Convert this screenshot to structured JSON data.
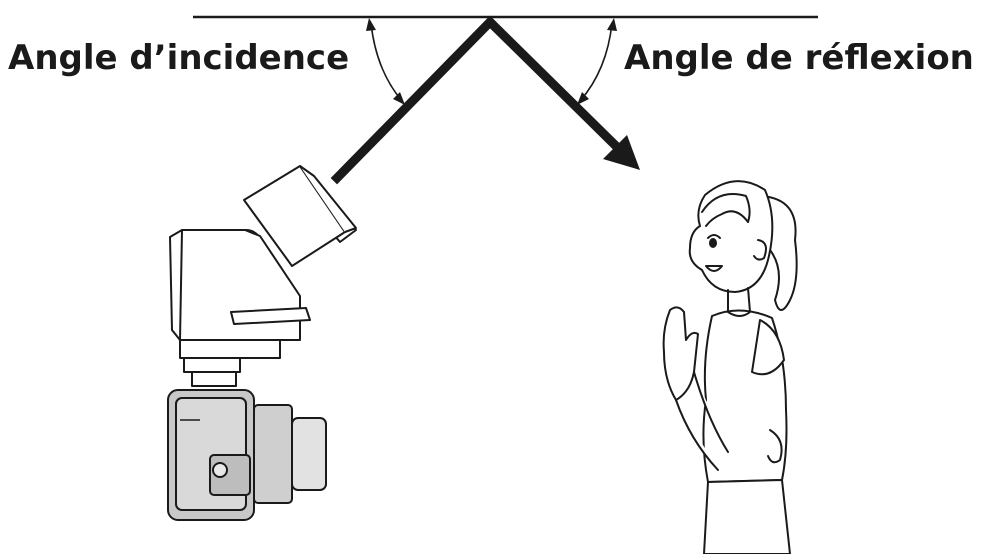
{
  "labels": {
    "incidence": "Angle d’incidence",
    "reflexion": "Angle de réflexion"
  },
  "icons": {
    "flash": "flash-unit-icon",
    "camera": "camera-icon",
    "person": "woman-illustration"
  },
  "colors": {
    "ink": "#1a1a1a",
    "camera_body": "#c8c8c8",
    "background": "#ffffff"
  }
}
